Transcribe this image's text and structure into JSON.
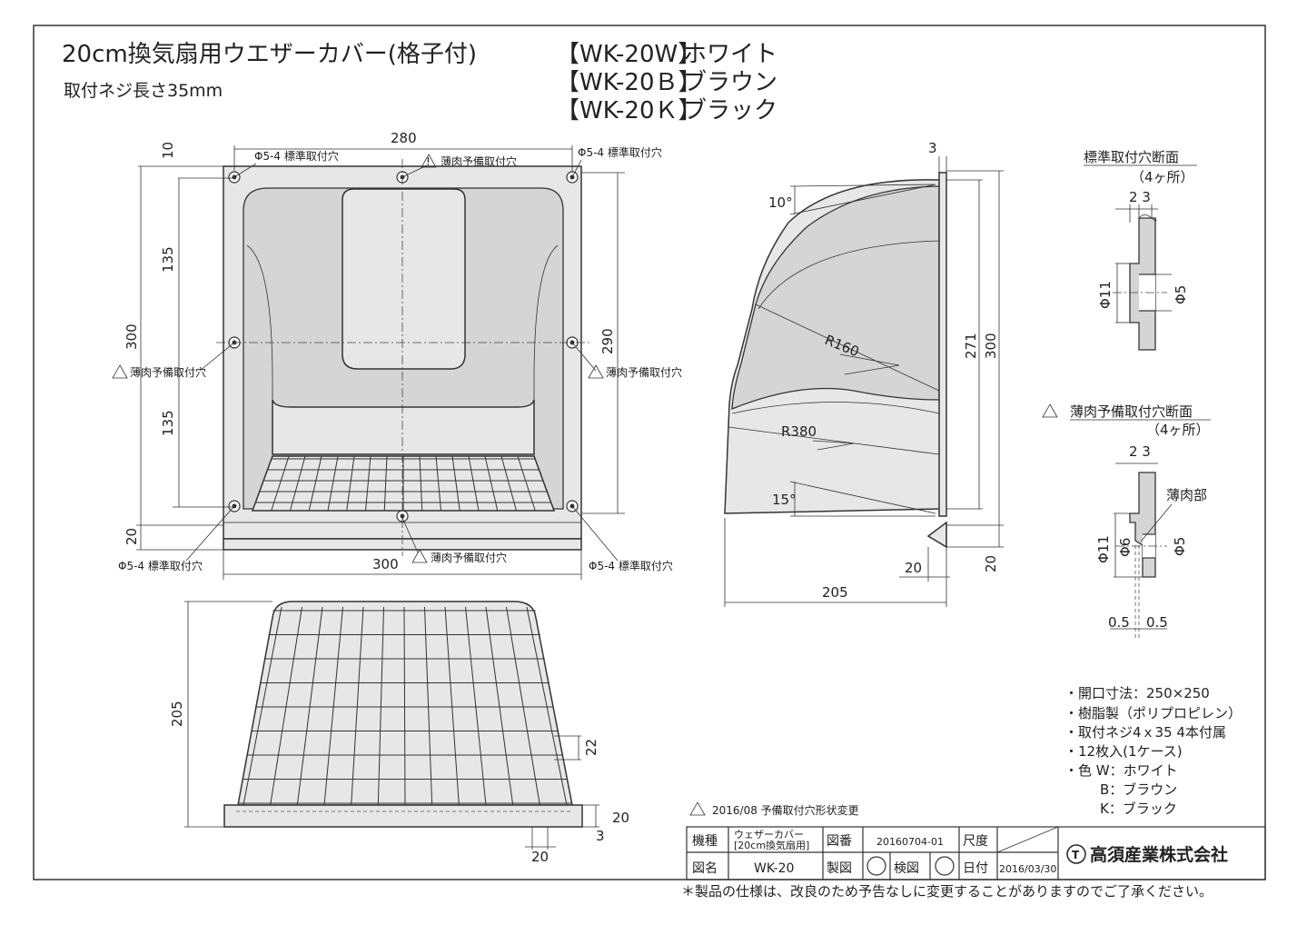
{
  "title": {
    "main": "20cm換気扇用ウエザーカバー(格子付)",
    "screw_length": "取付ネジ長さ35mm"
  },
  "models": [
    {
      "code": "【WK-20W】",
      "color": "ホワイト"
    },
    {
      "code": "【WK-20Ｂ】",
      "color": "ブラウン"
    },
    {
      "code": "【WK-20Ｋ】",
      "color": "ブラック"
    }
  ],
  "front_view": {
    "dim_top_width": "280",
    "dim_top_margin": "10",
    "dim_upper_half": "135",
    "dim_lower_half": "135",
    "dim_height_left": "300",
    "dim_height_right": "290",
    "dim_bottom_flange": "20",
    "dim_bottom_width": "300",
    "label_std_hole": "Φ5-4 標準取付穴",
    "label_thin_hole": "薄肉予備取付穴"
  },
  "bottom_view": {
    "dim_depth": "205",
    "dim_grid_pitch": "22",
    "dim_flange": "20",
    "dim_offset": "3",
    "dim_width_small": "20"
  },
  "side_view": {
    "dim_thickness": "3",
    "angle_top": "10°",
    "angle_bottom": "15°",
    "radius_large": "R160",
    "radius_small": "R380",
    "dim_inner_height": "271",
    "dim_total_height": "300",
    "dim_depth": "205",
    "dim_lip": "20",
    "dim_bottom": "20"
  },
  "section_std": {
    "title": "標準取付穴断面",
    "count": "（4ヶ所）",
    "dim_23": "2 3",
    "dim_outer": "Φ11",
    "dim_hole": "Φ5"
  },
  "section_thin": {
    "title": "薄肉予備取付穴断面",
    "count": "（4ヶ所）",
    "dim_23": "2 3",
    "label_thin": "薄肉部",
    "dim_outer": "Φ11",
    "dim_mid": "Φ6",
    "dim_hole": "Φ5",
    "dim_05a": "0.5",
    "dim_05b": "0.5"
  },
  "specs": [
    "・開口寸法：250×250",
    "・樹脂製（ポリプロピレン）",
    "・取付ネジ4ｘ35  4本付属",
    "・12枚入(1ケース)",
    "・色 W：ホワイト",
    "B：ブラウン",
    "K：ブラック"
  ],
  "revision_note": "2016/08 予備取付穴形状変更",
  "title_block": {
    "kishu_label": "機種",
    "kishu_value_1": "ウェザーカバー",
    "kishu_value_2": "[20cm換気扇用]",
    "zuban_label": "図番",
    "zuban_value": "20160704-01",
    "shakudo_label": "尺度",
    "zumei_label": "図名",
    "zumei_value": "WK-20",
    "seizu_label": "製図",
    "kenzu_label": "検図",
    "hizuke_label": "日付",
    "hizuke_value": "2016/03/30",
    "company": "高須産業株式会社"
  },
  "footer": "＊製品の仕様は、改良のため予告なしに変更することがありますのでご了承ください。"
}
